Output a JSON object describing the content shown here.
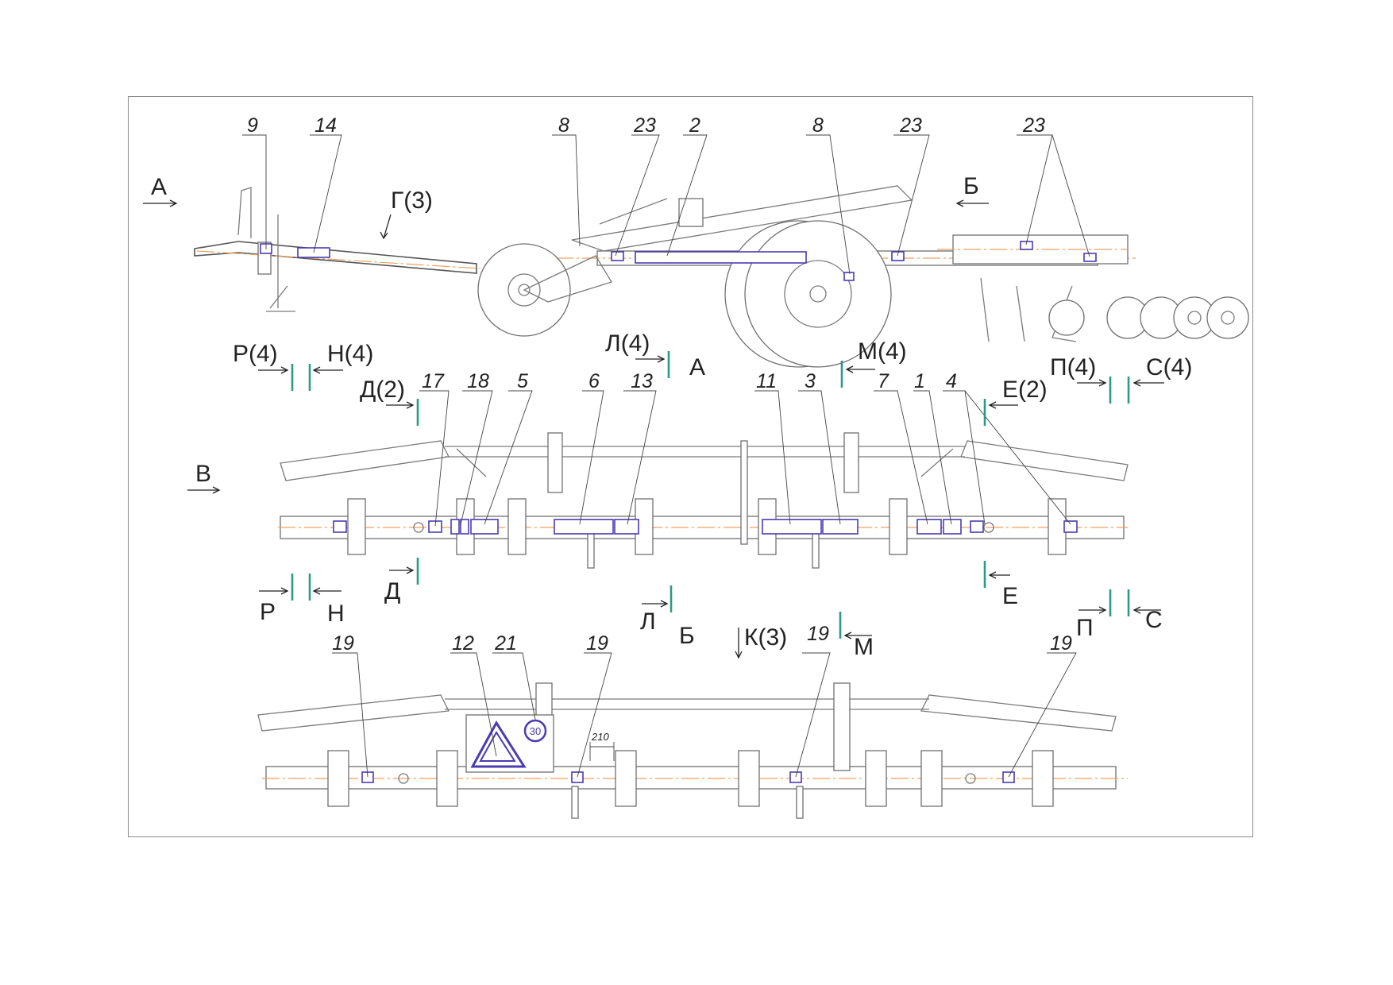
{
  "colors": {
    "frame": "#8a8a8a",
    "axis_line": "#f0a060",
    "plate_outline": "#4b3bb0",
    "section_mark": "#2a9a8a"
  },
  "views": {
    "top": {
      "callouts": [
        "9",
        "14",
        "8",
        "23",
        "2",
        "8",
        "23",
        "23"
      ],
      "labels": {
        "view_a": "А",
        "view_g": "Г(3)",
        "view_b": "Б"
      }
    },
    "middle": {
      "callouts": [
        "17",
        "18",
        "5",
        "6",
        "13",
        "11",
        "3",
        "7",
        "1",
        "4"
      ],
      "labels": {
        "r4": "Р(4)",
        "n4": "Н(4)",
        "l4": "Л(4)",
        "a": "А",
        "m4": "М(4)",
        "p4": "П(4)",
        "s4": "С(4)",
        "d2": "Д(2)",
        "e2": "Е(2)",
        "v": "В",
        "d": "Д",
        "r": "Р",
        "n": "Н",
        "e": "Е",
        "l": "Л",
        "p": "П",
        "s": "С"
      }
    },
    "bottom": {
      "callouts": [
        "19",
        "12",
        "21",
        "19",
        "19",
        "19"
      ],
      "labels": {
        "b": "Б",
        "k3": "К(3)",
        "m": "М"
      },
      "dimension": "210",
      "speed_sign": "30"
    }
  }
}
